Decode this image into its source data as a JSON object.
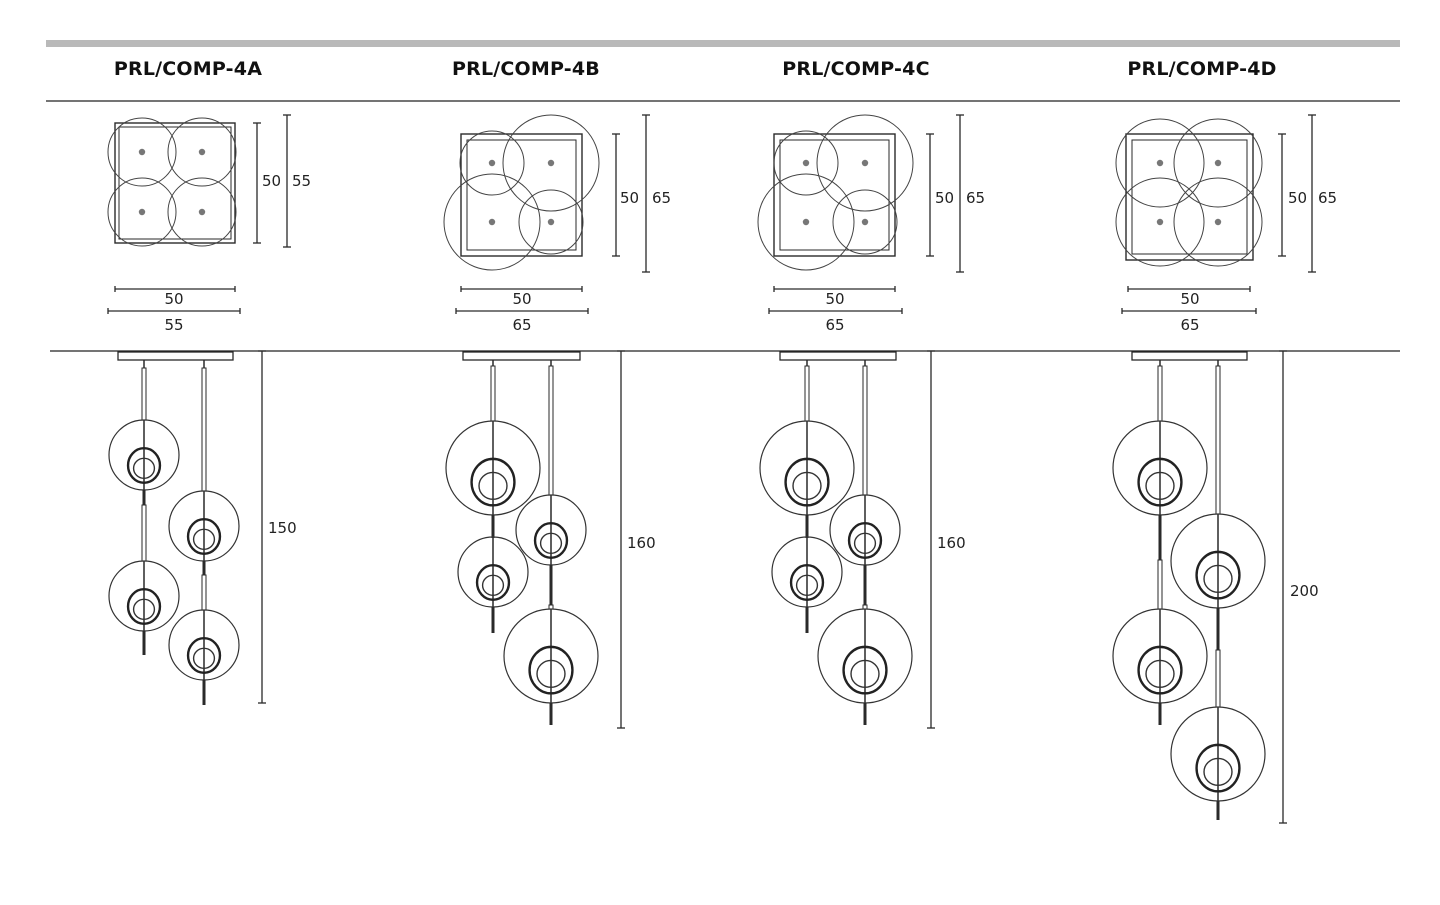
{
  "models": [
    {
      "code": "PRL/COMP-4A",
      "plan": {
        "inner_dim": "50",
        "outer_dim": "55",
        "width_inner": "50",
        "width_outer": "55"
      },
      "elevation": {
        "height": "150"
      }
    },
    {
      "code": "PRL/COMP-4B",
      "plan": {
        "inner_dim": "50",
        "outer_dim": "65",
        "width_inner": "50",
        "width_outer": "65"
      },
      "elevation": {
        "height": "160"
      }
    },
    {
      "code": "PRL/COMP-4C",
      "plan": {
        "inner_dim": "50",
        "outer_dim": "65",
        "width_inner": "50",
        "width_outer": "65"
      },
      "elevation": {
        "height": "160"
      }
    },
    {
      "code": "PRL/COMP-4D",
      "plan": {
        "inner_dim": "50",
        "outer_dim": "65",
        "width_inner": "50",
        "width_outer": "65"
      },
      "elevation": {
        "height": "200"
      }
    }
  ]
}
